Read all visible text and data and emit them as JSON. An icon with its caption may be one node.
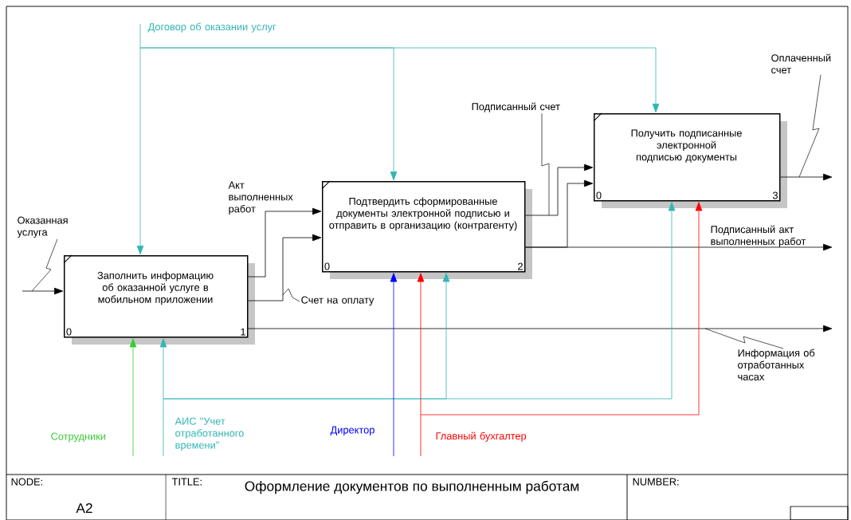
{
  "diagram": {
    "title": "Оформление документов по  выполненным работам",
    "nodes": [
      {
        "text": [
          "Заполнить информацию об оказанной услуге в мобильном приложении",
          "0",
          "1"
        ]
      },
      {
        "text": [
          "Подтвердить сформированные документы электронной подписью и отправить в организацию (контрагенту)",
          "0",
          "2"
        ]
      },
      {
        "text": [
          "Получить подписанные электронной подписью документы",
          "0",
          "3"
        ]
      },
      {
        "text": [
          "Оказанная услуга"
        ]
      },
      {
        "text": [
          "Подписанный счет"
        ]
      },
      {
        "text": [
          "Оплаченный счет"
        ]
      }
    ],
    "edges": [
      {
        "from": null,
        "to": 0,
        "arrow": "to"
      },
      {
        "from": null,
        "to": 0,
        "arrow": "to",
        "label": "Договор об оказании услуг",
        "color": "#33b5b5"
      },
      {
        "from": null,
        "to": 1,
        "arrow": "to",
        "color": "#33b5b5"
      },
      {
        "from": null,
        "to": 2,
        "arrow": "to",
        "color": "#33b5b5"
      },
      {
        "from": 0,
        "to": 1,
        "arrow": "to",
        "label": "Акт выполненных работ"
      },
      {
        "from": 0,
        "to": 1,
        "arrow": "to",
        "label": "Счет  на оплату"
      },
      {
        "from": 1,
        "to": 2,
        "arrow": "to"
      },
      {
        "from": 1,
        "to": 2,
        "arrow": "to"
      },
      {
        "from": 1,
        "to": null,
        "arrow": "to",
        "label": "Подписанный акт выполненных работ"
      },
      {
        "from": 2,
        "to": null,
        "arrow": "to"
      },
      {
        "from": 0,
        "to": null,
        "arrow": "to",
        "label": "Информация об отработанных часах"
      },
      {
        "from": null,
        "to": 0,
        "arrow": "to",
        "label": "Сотрудники",
        "color": "#33cc33"
      },
      {
        "from": null,
        "to": 0,
        "arrow": "to",
        "label": "АИС \"Учет отработанного времени\"",
        "color": "#33b5b5"
      },
      {
        "from": null,
        "to": 1,
        "arrow": "to",
        "color": "#33b5b5"
      },
      {
        "from": null,
        "to": 2,
        "arrow": "to",
        "color": "#33b5b5"
      },
      {
        "from": null,
        "to": 1,
        "arrow": "to",
        "label": "Директор",
        "color": "#0000ff"
      },
      {
        "from": null,
        "to": 1,
        "arrow": "to",
        "label": "Главный бухгалтер",
        "color": "#ff0000"
      },
      {
        "from": null,
        "to": 2,
        "arrow": "to",
        "color": "#ff0000"
      },
      {
        "from": 3,
        "to": null,
        "arrow": "none"
      },
      {
        "from": 4,
        "to": null,
        "arrow": "none"
      },
      {
        "from": 5,
        "to": null,
        "arrow": "none"
      }
    ],
    "labels": [
      "NODE:",
      "TITLE:",
      "NUMBER:",
      "A2"
    ]
  }
}
